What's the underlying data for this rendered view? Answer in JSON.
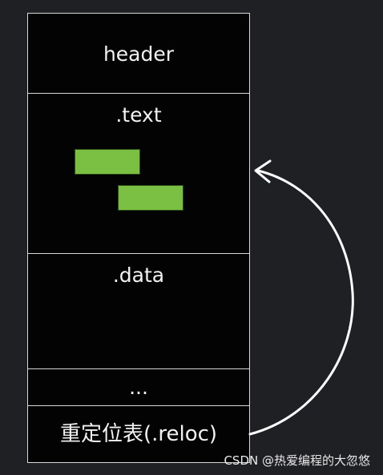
{
  "diagram": {
    "sections": [
      {
        "id": "header",
        "label": "header"
      },
      {
        "id": "text",
        "label": ".text"
      },
      {
        "id": "data",
        "label": ".data"
      },
      {
        "id": "ellipsis",
        "label": "..."
      },
      {
        "id": "reloc",
        "label": "重定位表(.reloc)"
      }
    ],
    "colors": {
      "background": "#1e2024",
      "section_fill": "#030303",
      "border": "#d8d8d8",
      "code_block": "#7cc043",
      "arrow": "#ffffff"
    }
  },
  "watermark": "CSDN @热爱编程的大忽悠"
}
